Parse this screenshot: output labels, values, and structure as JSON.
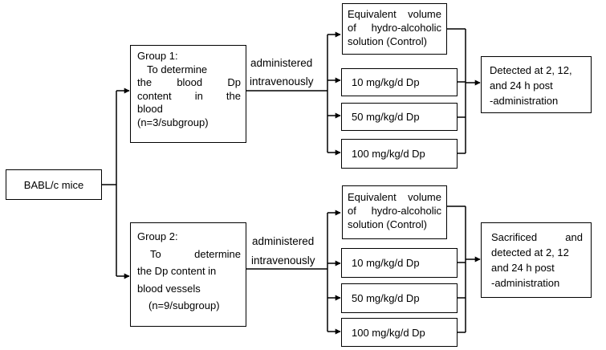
{
  "root": {
    "label": "BABL/c mice"
  },
  "groups": [
    {
      "lines": [
        "Group 1:",
        "To determine",
        "the blood Dp",
        "content in the",
        "blood",
        "(n=3/subgroup)"
      ],
      "route": [
        "administered",
        "intravenously"
      ],
      "treatments": [
        [
          "Equivalent volume",
          "of hydro-alcoholic",
          "solution (Control)"
        ],
        [
          "10 mg/kg/d Dp"
        ],
        [
          "50 mg/kg/d Dp"
        ],
        [
          "100 mg/kg/d Dp"
        ]
      ],
      "outcome": [
        "Detected at 2, 12,",
        "and 24 h post",
        "-administration"
      ]
    },
    {
      "lines": [
        "Group 2:",
        "To determine",
        "the Dp content in",
        "blood vessels",
        "(n=9/subgroup)"
      ],
      "route": [
        "administered",
        "intravenously"
      ],
      "treatments": [
        [
          "Equivalent volume",
          "of hydro-alcoholic",
          "solution (Control)"
        ],
        [
          "10 mg/kg/d Dp"
        ],
        [
          "50 mg/kg/d Dp"
        ],
        [
          "100 mg/kg/d Dp"
        ]
      ],
      "outcome": [
        "Sacrificed and",
        "detected at 2, 12",
        "and 24 h post",
        "-administration"
      ]
    }
  ]
}
